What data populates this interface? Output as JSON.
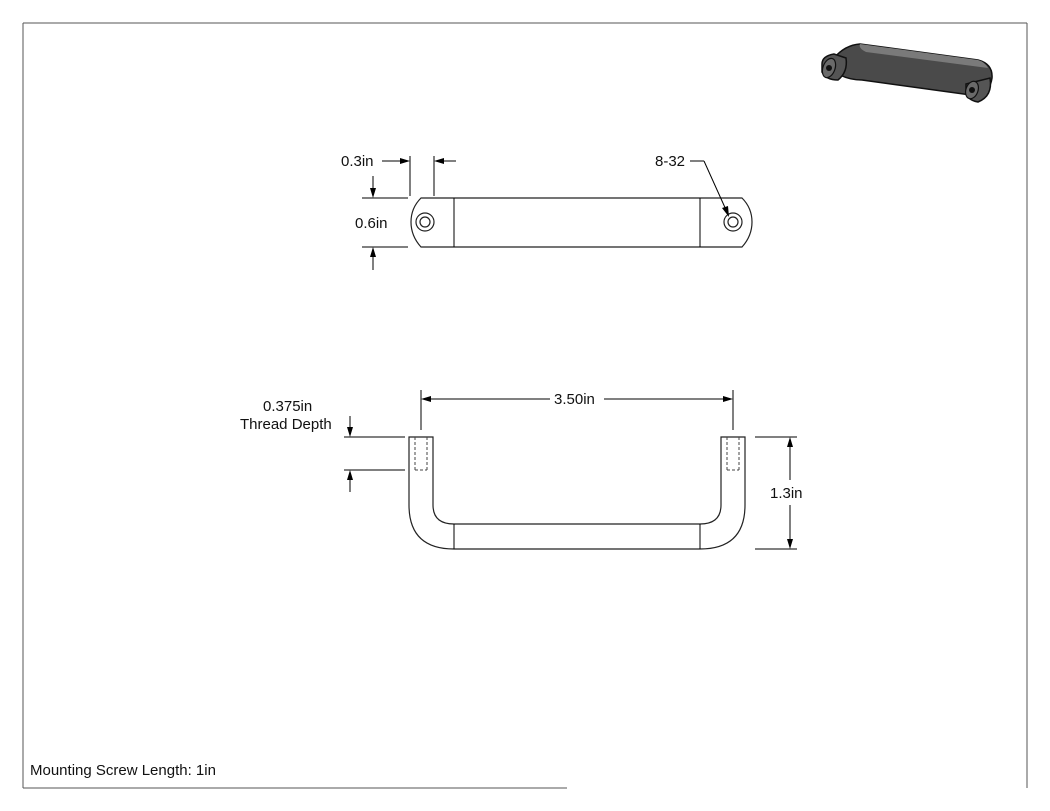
{
  "drawing": {
    "dimensions": {
      "end_width": "0.3in",
      "height_top": "0.6in",
      "thread": "8-32",
      "length": "3.50in",
      "thread_depth_value": "0.375in",
      "thread_depth_label": "Thread Depth",
      "height_side": "1.3in"
    },
    "footer_note": "Mounting Screw Length: 1in"
  },
  "colors": {
    "line": "#000000",
    "part_shade": "#555555"
  }
}
